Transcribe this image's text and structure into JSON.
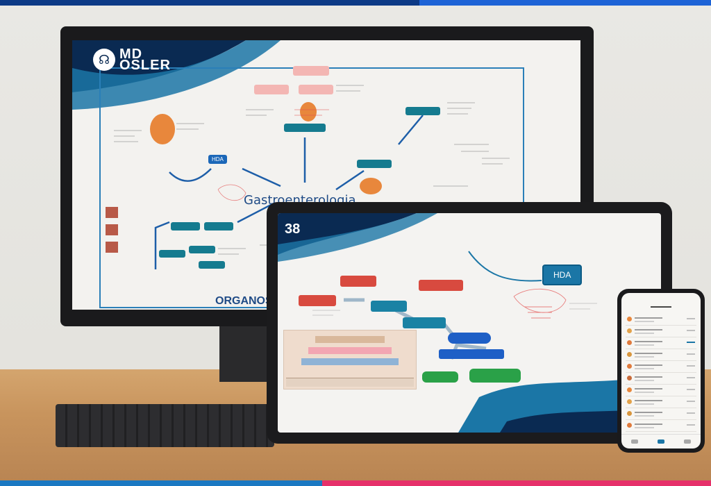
{
  "brand": {
    "line1": "MD",
    "line2": "OSLER",
    "logo_icon": "llama-stethoscope-icon"
  },
  "monitor": {
    "central_topic": "Gastroenterologia",
    "bottom_label": "ORGANOS",
    "node_hda": "HDA"
  },
  "tablet": {
    "page_number": "38",
    "highlight_node": "HDA"
  },
  "colors": {
    "brand_dark": "#0a2a52",
    "brand_blue": "#1b76a6",
    "accent_pink": "#e6306a",
    "node_teal": "#157b8f"
  }
}
